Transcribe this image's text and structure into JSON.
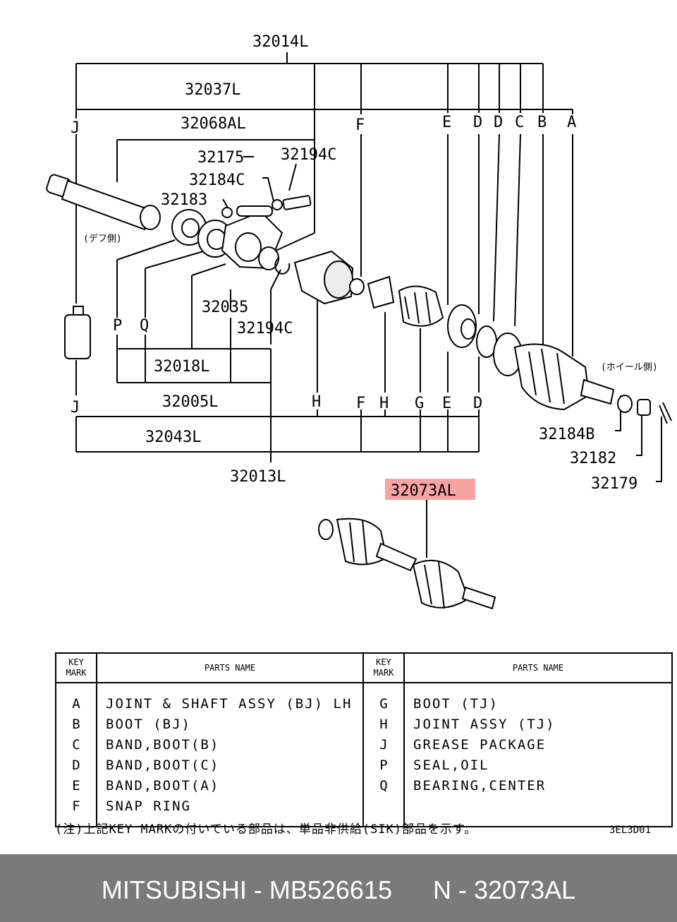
{
  "diagram": {
    "assembly_labels": {
      "a32014L": "32014L",
      "a32037L": "32037L",
      "a32068AL": "32068AL",
      "a32018L": "32018L",
      "a32005L": "32005L",
      "a32043L": "32043L",
      "a32013L": "32013L"
    },
    "part_labels": {
      "p32175": "32175",
      "p32194C_top": "32194C",
      "p32184C": "32184C",
      "p32183": "32183",
      "p32035": "32035",
      "p32194C_bottom": "32194C",
      "p32184B": "32184B",
      "p32182": "32182",
      "p32179": "32179"
    },
    "highlighted_part": "32073AL",
    "highlight_color": "#f5a3a3",
    "side_notes": {
      "diff_side": "(デフ側)",
      "wheel_side": "(ホイール側)"
    },
    "key_letters_top": [
      "J",
      "F",
      "E",
      "D",
      "D",
      "C",
      "B",
      "A"
    ],
    "key_letters_bottom": [
      "P",
      "Q",
      "J",
      "H",
      "F",
      "H",
      "G",
      "E",
      "D"
    ]
  },
  "table": {
    "header_key": [
      "KEY",
      "MARK"
    ],
    "header_name": "PARTS NAME",
    "left": [
      {
        "key": "A",
        "name": "JOINT & SHAFT ASSY (BJ) LH"
      },
      {
        "key": "B",
        "name": "BOOT (BJ)"
      },
      {
        "key": "C",
        "name": "BAND,BOOT(B)"
      },
      {
        "key": "D",
        "name": "BAND,BOOT(C)"
      },
      {
        "key": "E",
        "name": "BAND,BOOT(A)"
      },
      {
        "key": "F",
        "name": "SNAP RING"
      }
    ],
    "right": [
      {
        "key": "G",
        "name": "BOOT (TJ)"
      },
      {
        "key": "H",
        "name": "JOINT ASSY (TJ)"
      },
      {
        "key": "J",
        "name": "GREASE PACKAGE"
      },
      {
        "key": "P",
        "name": "SEAL,OIL"
      },
      {
        "key": "Q",
        "name": "BEARING,CENTER"
      }
    ]
  },
  "footnote": "(注)上記KEY MARKの付いている部品は、単品非供給(SIK)部品を示す。",
  "diagram_code": "3EL3D01",
  "footer": {
    "brand": "MITSUBISHI",
    "part_number": "MB526615",
    "ref": "N - 32073AL",
    "separator": "-",
    "bar_color": "#7a7a7a"
  }
}
